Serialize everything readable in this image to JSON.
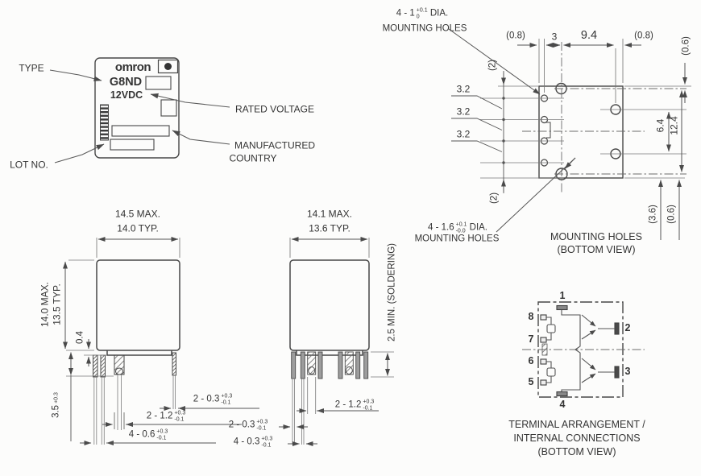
{
  "colors": {
    "line": "#474747",
    "dim": "#6b6b6b",
    "text": "#343434",
    "fill_dark": "#4a4a4a"
  },
  "label_view": {
    "type_label": "TYPE",
    "lot_label": "LOT NO.",
    "rated_voltage_label": "RATED VOLTAGE",
    "manufactured_line1": "MANUFACTURED",
    "manufactured_line2": "COUNTRY",
    "brand": "omron",
    "model": "G8ND",
    "voltage": "12VDC"
  },
  "mounting": {
    "note_small": {
      "main": "4 - 1",
      "tp": "+0.1",
      "tm": "0",
      "suffix": "DIA.",
      "line2": "MOUNTING HOLES"
    },
    "note_large": {
      "main": "4 - 1.6",
      "tp": "+0.1",
      "tm": "-0.0",
      "suffix": "DIA.",
      "line2": "MOUNTING HOLES"
    },
    "d08l": "(0.8)",
    "d3": "3",
    "d94": "9.4",
    "d08r": "(0.8)",
    "d06t": "(0.6)",
    "d64": "6.4",
    "d124": "12.4",
    "d36": "(3.6)",
    "d06b": "(0.6)",
    "d2t": "(2)",
    "d32a": "3.2",
    "d32b": "3.2",
    "d32c": "3.2",
    "d2b": "(2)",
    "caption_line1": "MOUNTING HOLES",
    "caption_line2": "(BOTTOM VIEW)"
  },
  "side_view": {
    "width_max": "14.5 MAX.",
    "width_typ": "14.0 TYP.",
    "height_max": "14.0 MAX.",
    "height_typ": "13.5 TYP.",
    "d04": "0.4",
    "d35": {
      "main": "3.5",
      "tp": "+0.3",
      "tm": ""
    },
    "p03": {
      "main": "2 - 0.3",
      "tp": "+0.3",
      "tm": "-0.1"
    },
    "p12": {
      "main": "2 - 1.2",
      "tp": "+0.3",
      "tm": "-0.1"
    },
    "p06": {
      "main": "4 - 0.6",
      "tp": "+0.3",
      "tm": "-0.1"
    }
  },
  "front_view": {
    "width_max": "14.1 MAX.",
    "width_typ": "13.6 TYP.",
    "soldering_note": "2.5 MIN. (SOLDERING)",
    "p12": {
      "main": "2 - 1.2",
      "tp": "+0.3",
      "tm": "-0.1"
    },
    "p03a": {
      "main": "2 - 0.3",
      "tp": "+0.3",
      "tm": "-0.1"
    },
    "p03b": {
      "main": "4 - 0.3",
      "tp": "+0.3",
      "tm": "-0.1"
    }
  },
  "terminal": {
    "p1": "1",
    "p2": "2",
    "p3": "3",
    "p4": "4",
    "p5": "5",
    "p6": "6",
    "p7": "7",
    "p8": "8",
    "caption_line1": "TERMINAL ARRANGEMENT /",
    "caption_line2": "INTERNAL CONNECTIONS",
    "caption_line3": "(BOTTOM VIEW)"
  }
}
